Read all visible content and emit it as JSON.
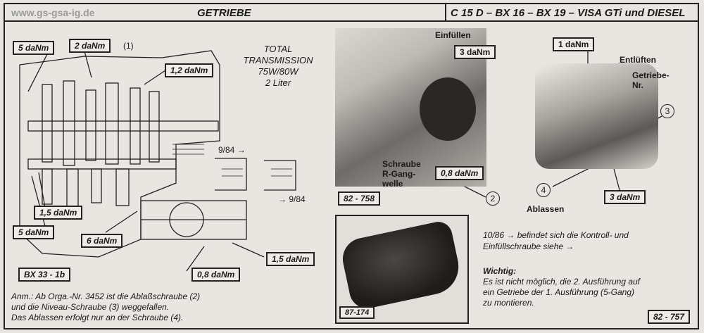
{
  "header": {
    "site": "www.gs-gsa-ig.de",
    "title": "GETRIEBE",
    "models": "C 15 D – BX 16 – BX 19 – VISA GTi und DIESEL"
  },
  "left": {
    "torques": {
      "t1": "5 daNm",
      "t2": "2 daNm",
      "t2_note": "(1)",
      "t3": "1,2 daNm",
      "t4": "1,5 daNm",
      "t5": "5 daNm",
      "t6": "6 daNm",
      "t7": "0,8 daNm",
      "t8": "1,5 daNm"
    },
    "oil": {
      "line1": "TOTAL",
      "line2": "TRANSMISSION",
      "line3": "75W/80W",
      "line4": "2 Liter"
    },
    "date_a": "9/84 →",
    "date_b": "→ 9/84",
    "ref": "BX 33 - 1b",
    "note_line1": "Anm.: Ab Orga.-Nr. 3452 ist die Ablaßschraube (2)",
    "note_line2": "und die Niveau-Schraube (3) weggefallen.",
    "note_line3": "Das Ablassen erfolgt nur an der Schraube (4)."
  },
  "middle": {
    "einfuellen": "Einfüllen",
    "t_einf": "3 daNm",
    "schraube1": "Schraube",
    "schraube2": "R-Gang-",
    "schraube3": "welle",
    "t_08": "0,8 daNm",
    "num2": "2",
    "ref_a": "82 - 758",
    "ref_b": "87-174"
  },
  "right": {
    "t_top": "1 daNm",
    "entlueften": "Entlüften",
    "getriebe_nr1": "Getriebe-",
    "getriebe_nr2": "Nr.",
    "num3": "3",
    "num4": "4",
    "ablassen": "Ablassen",
    "t_bottom": "3 daNm",
    "info1": "10/86 → befindet sich die Kontroll- und",
    "info2": "Einfüllschraube siehe →",
    "wichtig": "Wichtig:",
    "w1": "Es ist nicht möglich, die 2. Ausführung auf",
    "w2": "ein Getriebe der 1. Ausführung (5-Gang)",
    "w3": "zu montieren.",
    "ref": "82 - 757"
  }
}
